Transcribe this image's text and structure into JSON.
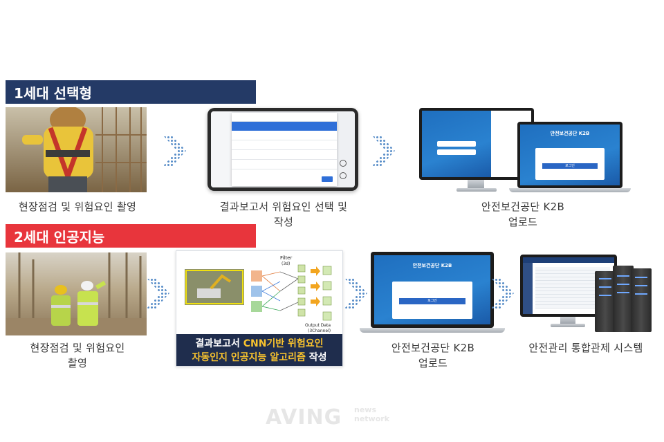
{
  "row1": {
    "band_label": "1세대 선택형",
    "band_color": "#243a66",
    "captions": [
      "현장점검 및 위험요인 촬영",
      "결과보고서 위험요인 선택 및\n작성",
      "안전보건공단 K2B\n업로드"
    ]
  },
  "row2": {
    "band_label": "2세대 인공지능",
    "band_color": "#e8353c",
    "captions": [
      "현장점검 및 위험요인\n촬영",
      "안전보건공단 K2B\n업로드",
      "안전관리 통합관제 시스템"
    ],
    "cnn": {
      "line1_a": "결과보고서 ",
      "line1_b": "CNN기반 위험요인",
      "line2_a": "자동인지 인공지능 알고리즘",
      "line2_b": " 작성",
      "filter_label": "Filter",
      "filter_sub": "(3d)",
      "output_label": "Output Data",
      "output_sub": "(3Channel)"
    }
  },
  "k2b": {
    "brand": "안전보건공단 K2B",
    "button": "로그인"
  },
  "watermark": {
    "main": "AVING",
    "sub1": "news",
    "sub2": "network"
  }
}
